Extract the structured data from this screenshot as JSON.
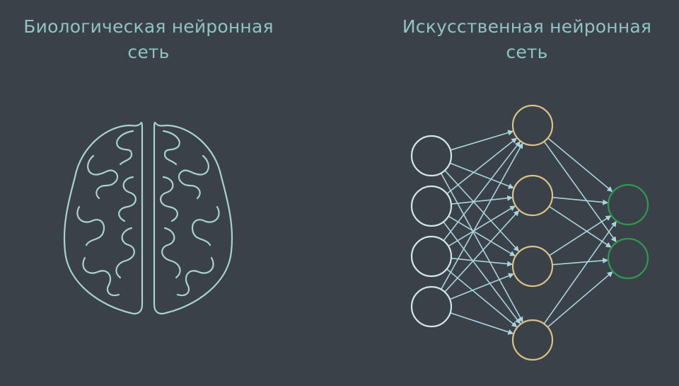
{
  "left_panel": {
    "title_line1": "Биологическая нейронная",
    "title_line2": "сеть",
    "illustration": "brain-icon",
    "stroke_color": "#a6d3d2"
  },
  "right_panel": {
    "title_line1": "Искусственная нейронная",
    "title_line2": "сеть",
    "illustration": "neural-network-diagram",
    "layers": [
      {
        "name": "input",
        "nodes": 4,
        "color": "#cfe6ea"
      },
      {
        "name": "hidden",
        "nodes": 4,
        "color": "#d8c385"
      },
      {
        "name": "output",
        "nodes": 2,
        "color": "#2f9a4e"
      }
    ],
    "edge_color": "#a9d4dd"
  },
  "background_color": "#3b4149",
  "title_color": "#8fc3c4"
}
